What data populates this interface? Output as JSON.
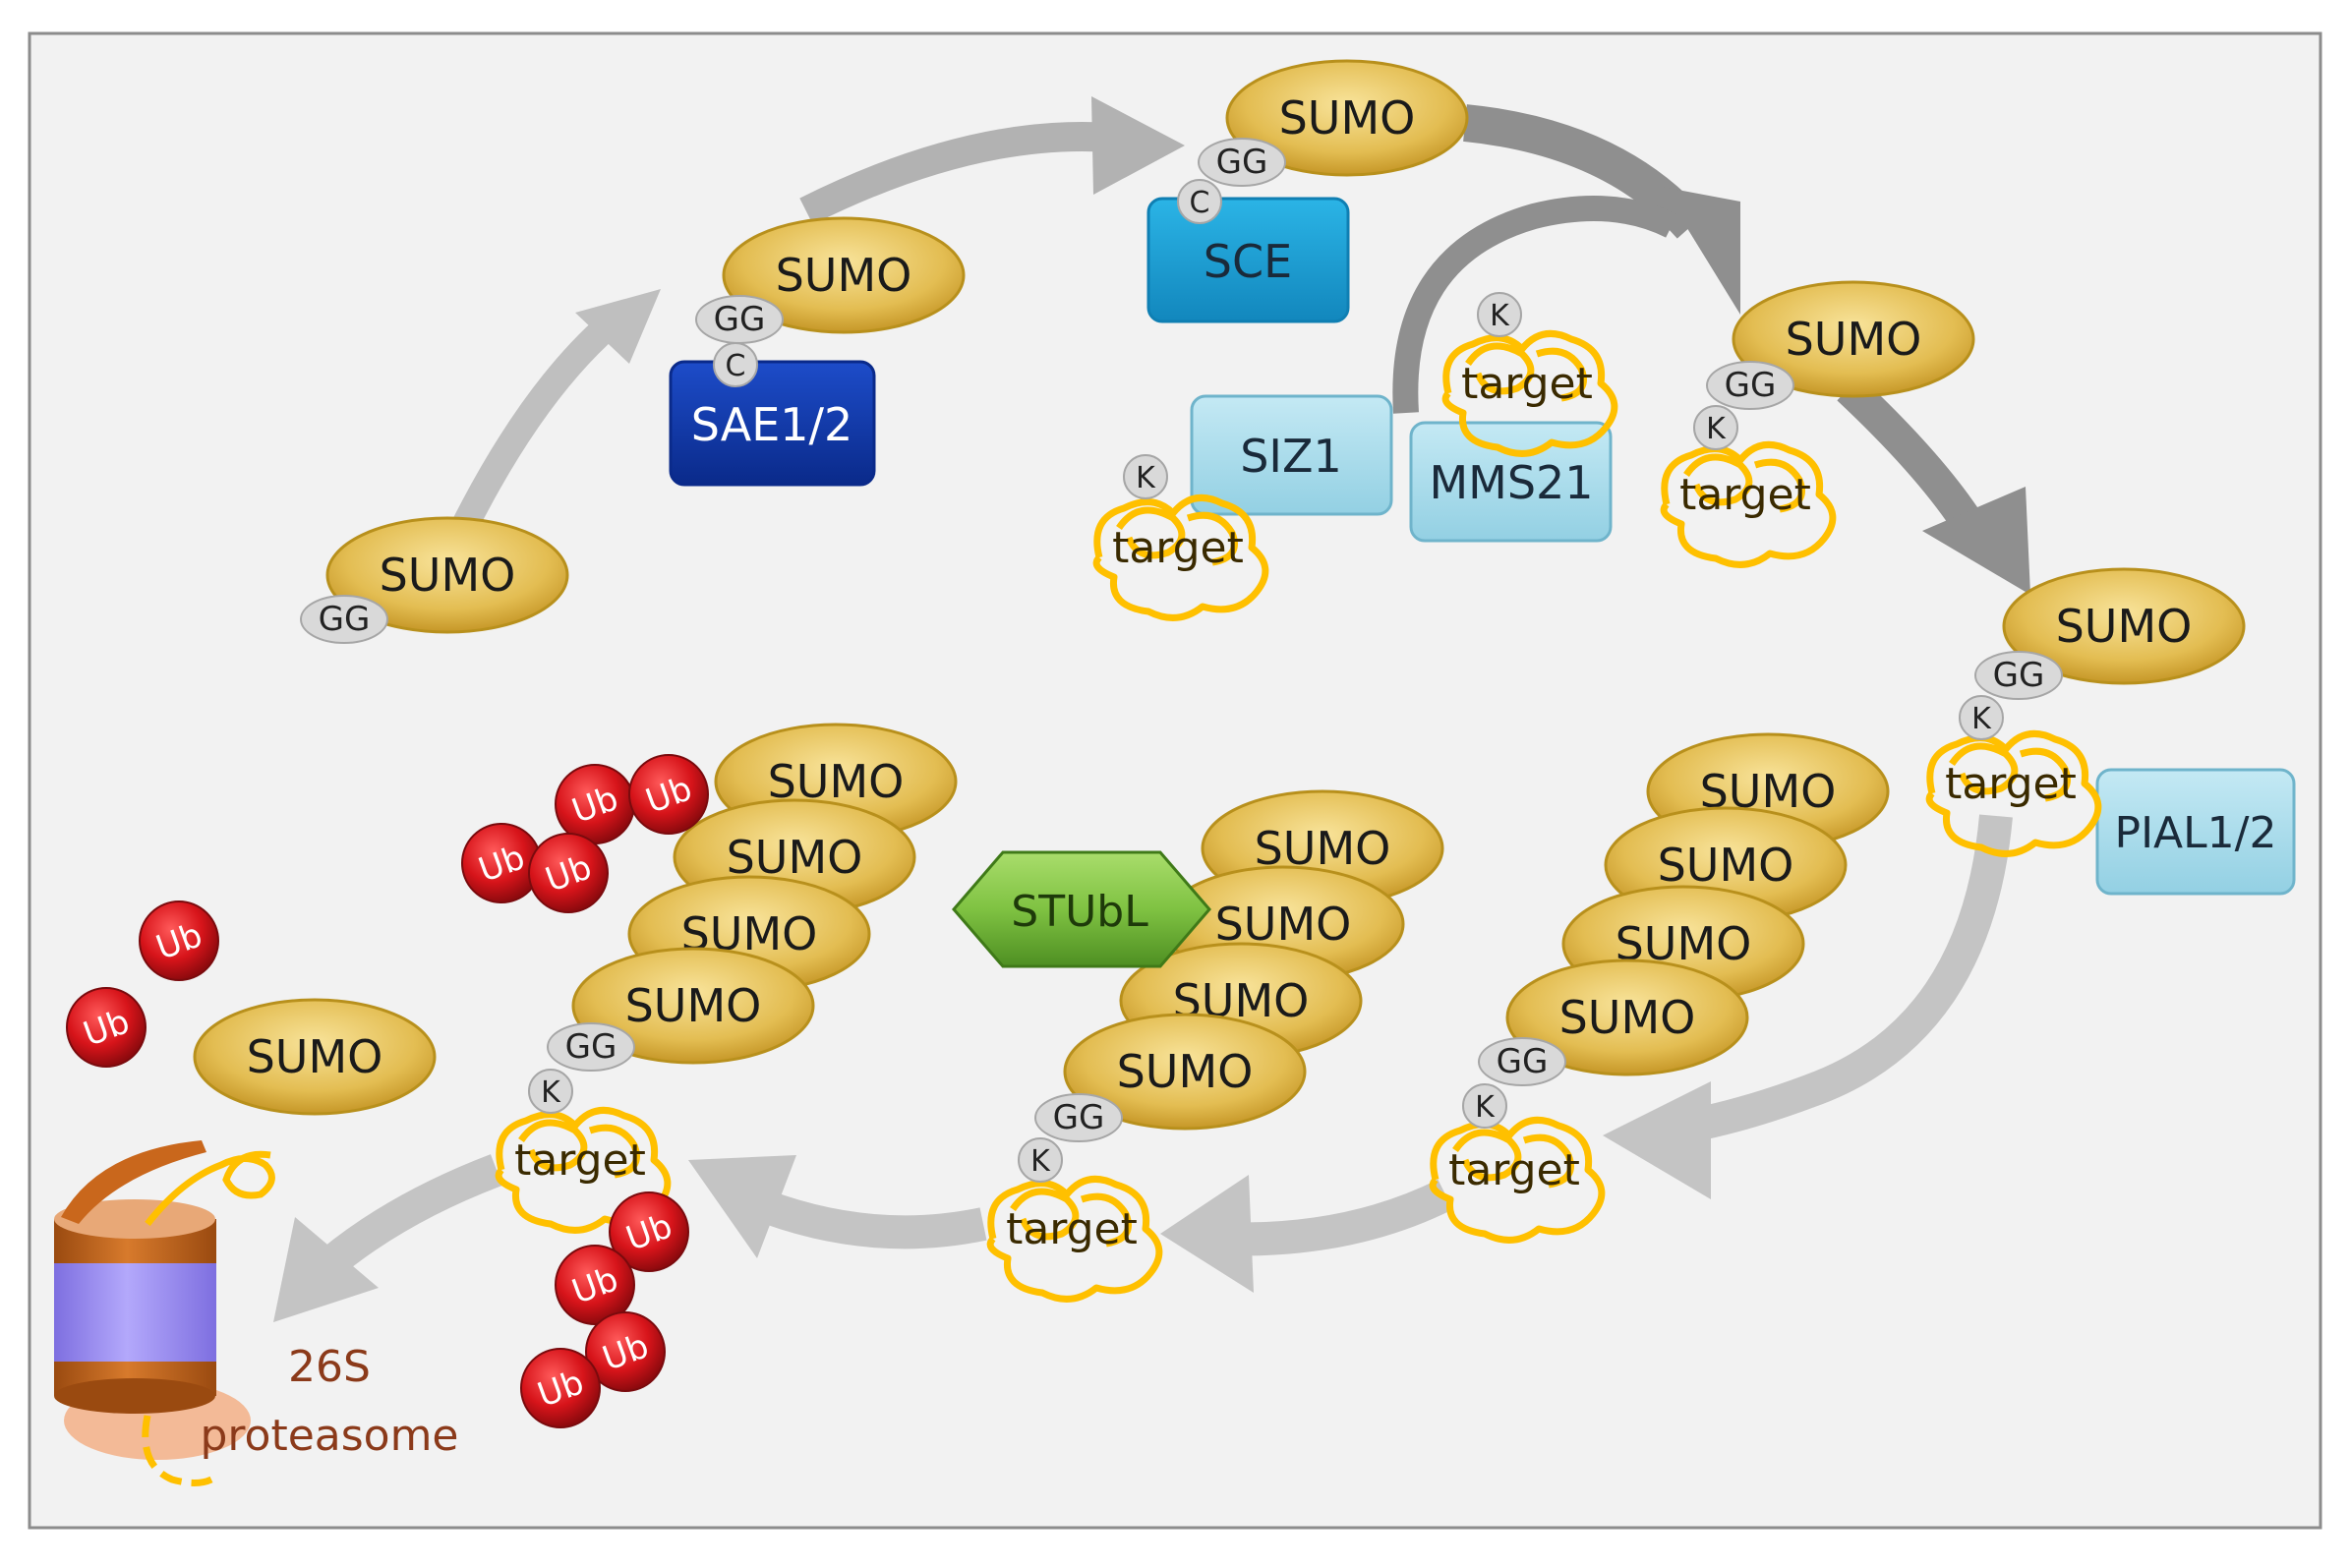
{
  "labels": {
    "sumo": "SUMO",
    "gg": "GG",
    "c": "C",
    "k": "K",
    "target": "target",
    "ub": "Ub",
    "sae": "SAE1/2",
    "sce": "SCE",
    "siz1": "SIZ1",
    "mms21": "MMS21",
    "pial": "PIAL1/2",
    "stubl": "STUbL",
    "proteasome_line1": "26S",
    "proteasome_line2": "proteasome"
  },
  "colors": {
    "background": "#f2f2f2",
    "border": "#8c8c8c",
    "sumo_fill": "#e7c35a",
    "sumo_stroke": "#b8901c",
    "gg_fill": "#d9d9d9",
    "target_yellow": "#ffc000",
    "sae_fill": "#0b34a8",
    "sce_fill": "#1a9fd4",
    "ligase_fill": "#a9dcec",
    "stubl_fill": "#7fc242",
    "ub_fill": "#d9151b",
    "arrow_light": "#bfbfbf",
    "arrow_dark": "#8f8f8f",
    "proteasome_body": "#a89bf5",
    "proteasome_ring": "#c9671c",
    "proteasome_text": "#8b3a1a"
  }
}
